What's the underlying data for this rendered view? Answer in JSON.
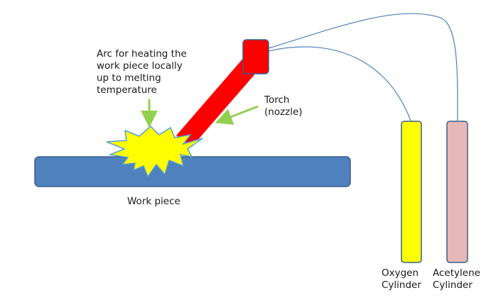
{
  "labels": {
    "arc": [
      "Arc for heating the",
      "work piece locally",
      "up to melting",
      "temperature"
    ],
    "torch": [
      "Torch",
      "(nozzle)"
    ],
    "work_piece": "Work piece",
    "oxygen": [
      "Oxygen",
      "Cylinder"
    ],
    "acetylene": [
      "Acetylene",
      "Cylinder"
    ]
  },
  "colors": {
    "work_piece": "#4f81bd",
    "work_piece_stroke": "#385d8a",
    "torch": "#ff0000",
    "torch_stroke": "#c00000",
    "arc_fill": "#ffff00",
    "arc_stroke": "#4f9ee0",
    "oxygen_cylinder": "#ffff00",
    "acetylene_cylinder": "#e6b8b7",
    "cylinder_stroke": "#385d8a",
    "hose": "#4f81bd",
    "pointer_arrow": "#92d050"
  }
}
